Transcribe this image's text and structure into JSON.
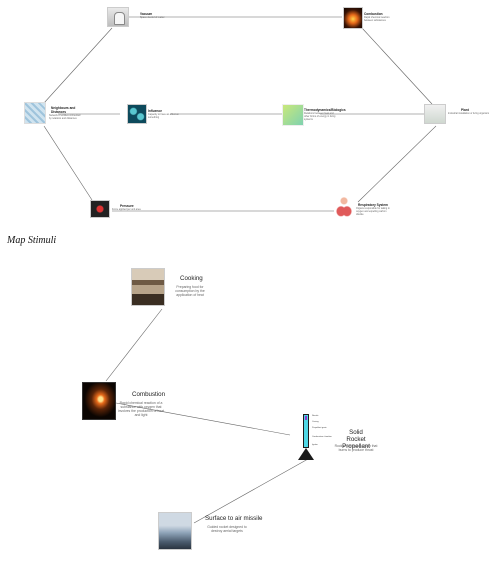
{
  "top_map": {
    "nodes": [
      {
        "id": "vacuum",
        "title": "Vacuum",
        "desc": "Space devoid of matter",
        "icon": "vacuum-chamber-image"
      },
      {
        "id": "combustion",
        "title": "Combustion",
        "desc": "Rapid chemical reaction between substances",
        "icon": "flame-image"
      },
      {
        "id": "neighbors",
        "title": "Neighbours and Distances",
        "desc": "Network of entities connected by relations and distances",
        "icon": "molecule-cube-image"
      },
      {
        "id": "influence",
        "title": "Influence",
        "desc": "Capacity to have an effect on something",
        "icon": "cells-image"
      },
      {
        "id": "thermodynamics",
        "title": "Thermodynamics/Biologics",
        "desc": "Relations between heat and other forms of energy in living systems",
        "icon": "biology-diagram-image"
      },
      {
        "id": "plant",
        "title": "Plant",
        "desc": "Industrial installation or living organism",
        "icon": "plant-image"
      },
      {
        "id": "pressure",
        "title": "Pressure",
        "desc": "Force applied per unit area",
        "icon": "pressure-image"
      },
      {
        "id": "respiratory",
        "title": "Respiratory System",
        "desc": "Organs responsible for taking in oxygen and expelling carbon dioxide",
        "icon": "lungs-image"
      }
    ]
  },
  "caption": "Map Stimuli",
  "bottom_map": {
    "nodes": [
      {
        "id": "cooking",
        "title": "Cooking",
        "desc": "Preparing food for consumption by the application of heat",
        "icon": "cooking-image"
      },
      {
        "id": "combustion2",
        "title": "Combustion",
        "desc": "Rapid chemical reaction of a substance with oxygen that involves the production of heat and light",
        "icon": "match-flame-image"
      },
      {
        "id": "propellant",
        "title": "Solid Rocket Propellant",
        "desc": "Rocket fuel in solid form that burns to produce thrust",
        "icon": "rocket-motor-image"
      },
      {
        "id": "missile",
        "title": "Surface to air missile",
        "desc": "Guided rocket designed to destroy aerial targets",
        "icon": "missile-launch-image"
      }
    ],
    "rocket_labels": [
      "Nozzle",
      "Casing",
      "Propellant grain",
      "Combustion chamber",
      "Igniter"
    ]
  },
  "colors": {
    "edge": "#666666",
    "rocket_cyan": "#4fd8e6",
    "rocket_body": "#1a1a1a",
    "accent_flame": "#e86a1a"
  }
}
